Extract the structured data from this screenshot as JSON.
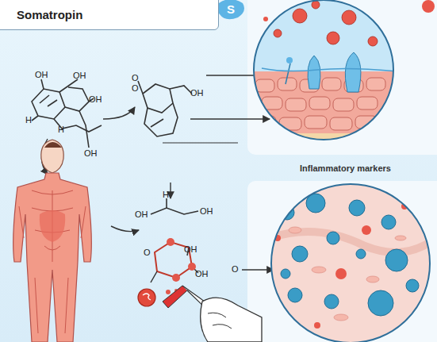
{
  "diagram": {
    "nodes": [
      {
        "text": [
          "Somatropin"
        ]
      }
    ],
    "labels": [
      "S",
      "OH",
      "OH",
      "OH",
      "H",
      "H",
      "OH",
      "O",
      "O",
      "OH",
      "H",
      "OH",
      "OH",
      "O",
      "OH",
      "OH",
      "O",
      "Inflammatory markers"
    ]
  }
}
